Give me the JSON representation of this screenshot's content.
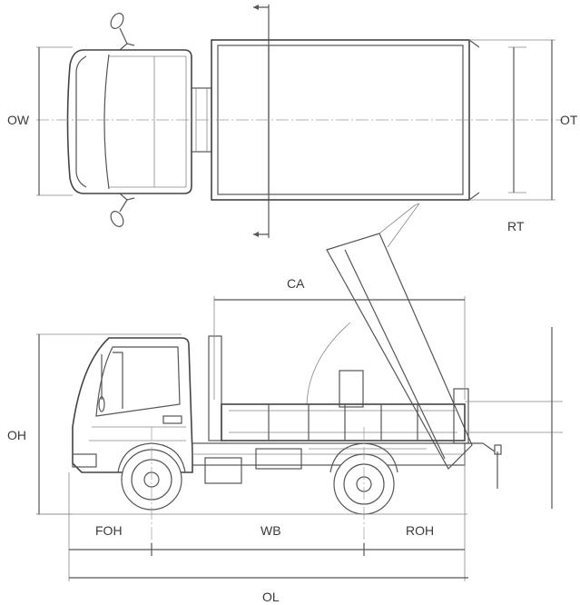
{
  "labels": {
    "ow": "OW",
    "ot": "OT",
    "rt": "RT",
    "ca": "CA",
    "oh": "OH",
    "foh": "FOH",
    "wb": "WB",
    "roh": "ROH",
    "ol": "OL"
  },
  "colors": {
    "line": "#555555",
    "text": "#3a3a3a",
    "background": "#ffffff"
  }
}
